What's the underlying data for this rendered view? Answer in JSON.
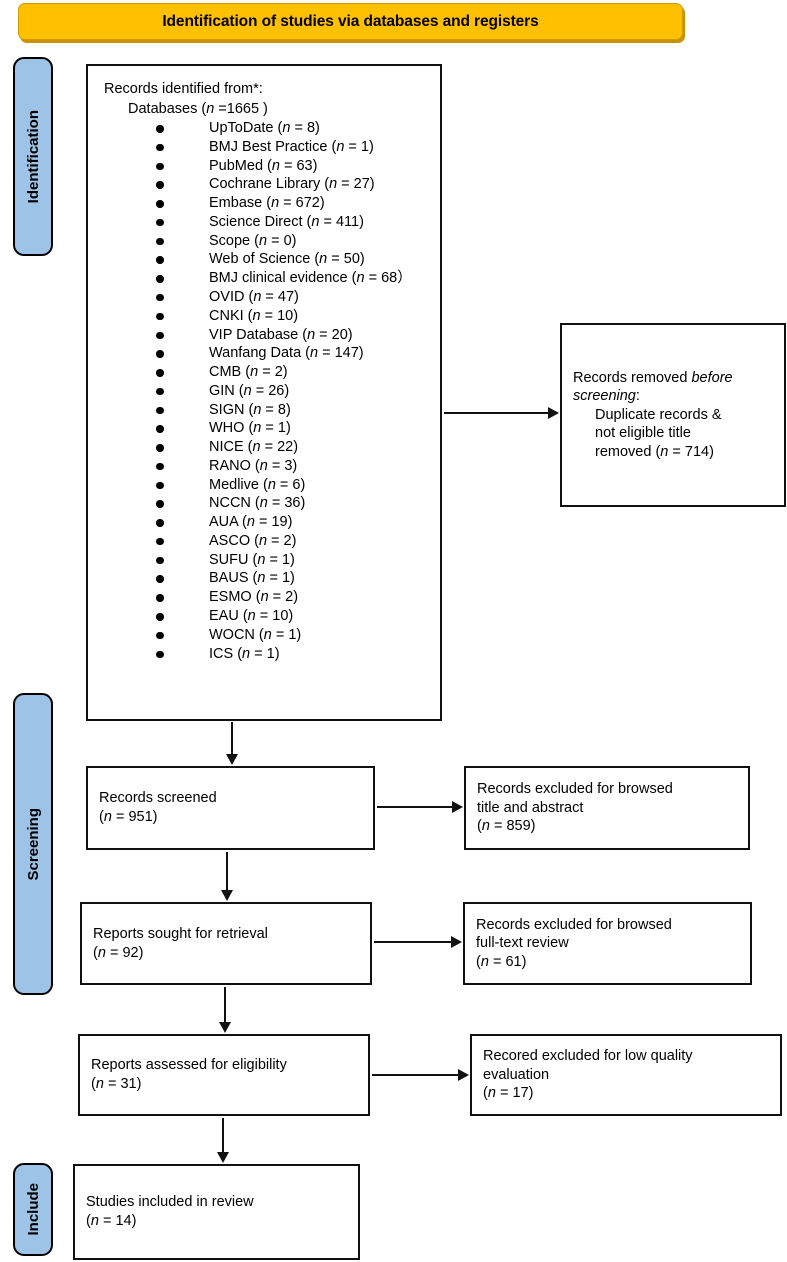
{
  "banner": {
    "title": "Identification of studies via databases and registers"
  },
  "stages": [
    {
      "key": "identification",
      "label": "Identification"
    },
    {
      "key": "screening",
      "label": "Screening"
    },
    {
      "key": "include",
      "label": "Include"
    }
  ],
  "identification_box": {
    "lead": "Records identified from*:",
    "sub": "Databases (n =1665 )",
    "databases": [
      {
        "name": "UpToDate",
        "n": "8"
      },
      {
        "name": "BMJ Best Practice",
        "n": "1"
      },
      {
        "name": "PubMed",
        "n": "63"
      },
      {
        "name": "Cochrane Library",
        "n": "27"
      },
      {
        "name": "Embase",
        "n": "672"
      },
      {
        "name": "Science Direct",
        "n": "411"
      },
      {
        "name": "Scope",
        "n": "0"
      },
      {
        "name": "Web of Science",
        "n": "50"
      },
      {
        "name": "BMJ clinical evidence",
        "n": "68"
      },
      {
        "name": "OVID",
        "n": "47"
      },
      {
        "name": "CNKI",
        "n": "10"
      },
      {
        "name": "VIP Database",
        "n": "20"
      },
      {
        "name": "Wanfang Data",
        "n": "147"
      },
      {
        "name": "CMB",
        "n": "2"
      },
      {
        "name": "GIN",
        "n": "26"
      },
      {
        "name": "SIGN",
        "n": "8"
      },
      {
        "name": "WHO",
        "n": "1"
      },
      {
        "name": "NICE",
        "n": "22"
      },
      {
        "name": "RANO",
        "n": "3"
      },
      {
        "name": "Medlive",
        "n": "6"
      },
      {
        "name": "NCCN",
        "n": "36"
      },
      {
        "name": "AUA",
        "n": "19"
      },
      {
        "name": "ASCO",
        "n": "2"
      },
      {
        "name": "SUFU",
        "n": "1"
      },
      {
        "name": "BAUS",
        "n": "1"
      },
      {
        "name": "ESMO",
        "n": "2"
      },
      {
        "name": "EAU",
        "n": "10"
      },
      {
        "name": "WOCN",
        "n": "1"
      },
      {
        "name": "ICS",
        "n": "1"
      }
    ],
    "entry_lines": [
      "UpToDate (n = 8)",
      "BMJ Best Practice (n = 1)",
      "PubMed (n = 63)",
      "Cochrane Library (n = 27)",
      "Embase (n = 672)",
      "Science Direct (n = 411)",
      "Scope (n = 0)",
      "Web of Science (n = 50)",
      "BMJ clinical evidence (n = 68）",
      "OVID (n = 47)",
      "CNKI (n = 10)",
      "VIP Database (n = 20)",
      "Wanfang Data (n = 147)",
      "CMB (n = 2)",
      "GIN (n = 26)",
      "SIGN (n = 8)",
      "WHO (n = 1)",
      "NICE (n = 22)",
      "RANO (n = 3)",
      "Medlive (n = 6)",
      "NCCN (n = 36)",
      "AUA (n = 19)",
      "ASCO (n = 2)",
      "SUFU (n = 1)",
      "BAUS (n = 1)",
      "ESMO (n = 2)",
      "EAU (n = 10)",
      "WOCN (n = 1)",
      "ICS (n = 1)"
    ]
  },
  "boxes": {
    "removed": {
      "line1_prefix": "Records removed ",
      "line1_italic": "before",
      "line2_italic": "screening",
      "line2_suffix": ":",
      "body": "Duplicate records &\nnot eligible title\nremoved (n = 714)",
      "n": "714"
    },
    "screened": {
      "text": "Records screened",
      "count": "(n = 951)",
      "n": "951"
    },
    "excluded_title": {
      "text": "Records excluded for browsed\ntitle and abstract",
      "count": "(n = 859)",
      "n": "859"
    },
    "sought": {
      "text": "Reports sought for retrieval",
      "count": "(n = 92)",
      "n": "92"
    },
    "excluded_fulltext": {
      "text": "Records excluded for browsed\nfull-text review",
      "count": "(n = 61)",
      "n": "61"
    },
    "assessed": {
      "text": "Reports assessed for eligibility",
      "count": "(n = 31)",
      "n": "31"
    },
    "excluded_quality": {
      "text": "Recored excluded for low quality\nevaluation",
      "count": "(n = 17)",
      "n": "17"
    },
    "included": {
      "text": "Studies included in review",
      "count": "(n = 14)",
      "n": "14"
    }
  },
  "colors": {
    "banner_fill": "#FFC000",
    "banner_shadow": "#C8920B",
    "stage_fill": "#9DC3E6",
    "box_border": "#111111",
    "text": "#000000"
  }
}
